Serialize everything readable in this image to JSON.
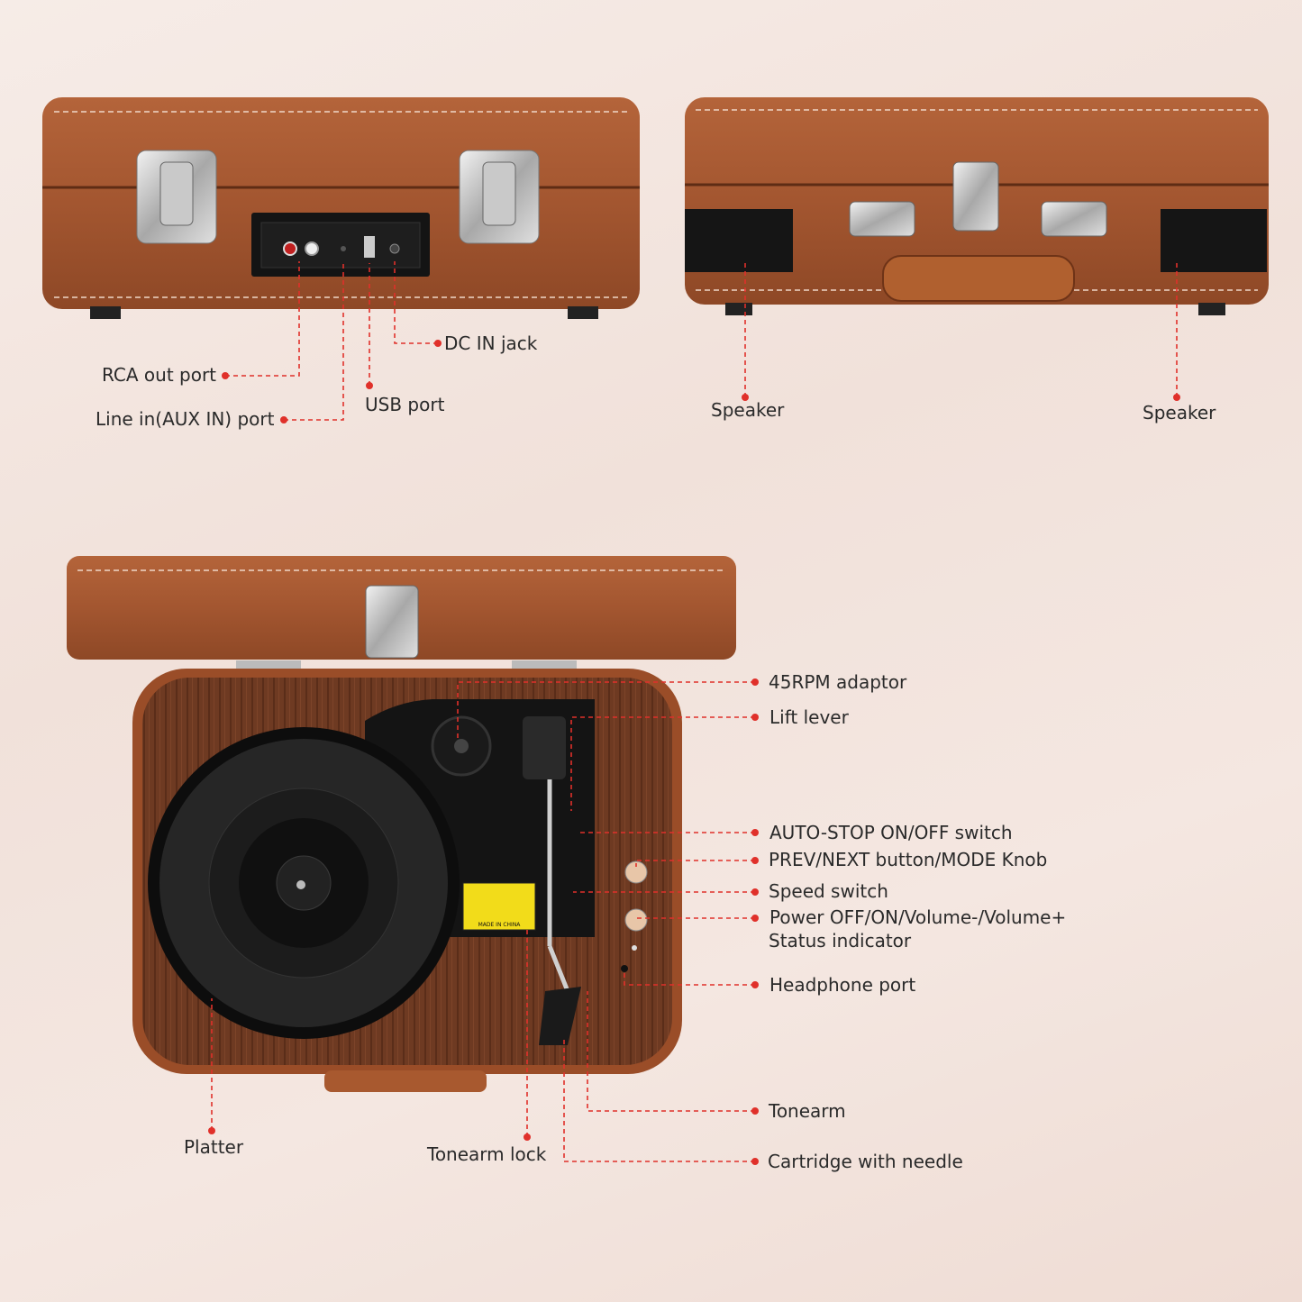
{
  "colors": {
    "accent": "#e0302a",
    "leather": "#a8592f",
    "wood": "#6e3a22",
    "background": "#f3e4dd"
  },
  "back_view_labels": {
    "rca_out": "RCA out port",
    "line_in": "Line in(AUX IN) port",
    "usb": "USB port",
    "dc_in": "DC IN jack"
  },
  "side_view_labels": {
    "speaker_left": "Speaker",
    "speaker_right": "Speaker"
  },
  "top_view_labels": {
    "adaptor": "45RPM adaptor",
    "lift_lever": "Lift lever",
    "auto_stop": "AUTO-STOP ON/OFF switch",
    "prev_next": "PREV/NEXT button/MODE Knob",
    "speed": "Speed switch",
    "power": "Power OFF/ON/Volume-/Volume+",
    "status": "Status indicator",
    "headphone": "Headphone port",
    "tonearm": "Tonearm",
    "cartridge": "Cartridge with needle",
    "tonearm_lock": "Tonearm lock",
    "platter": "Platter"
  },
  "warning_sticker": "MADE IN CHINA"
}
